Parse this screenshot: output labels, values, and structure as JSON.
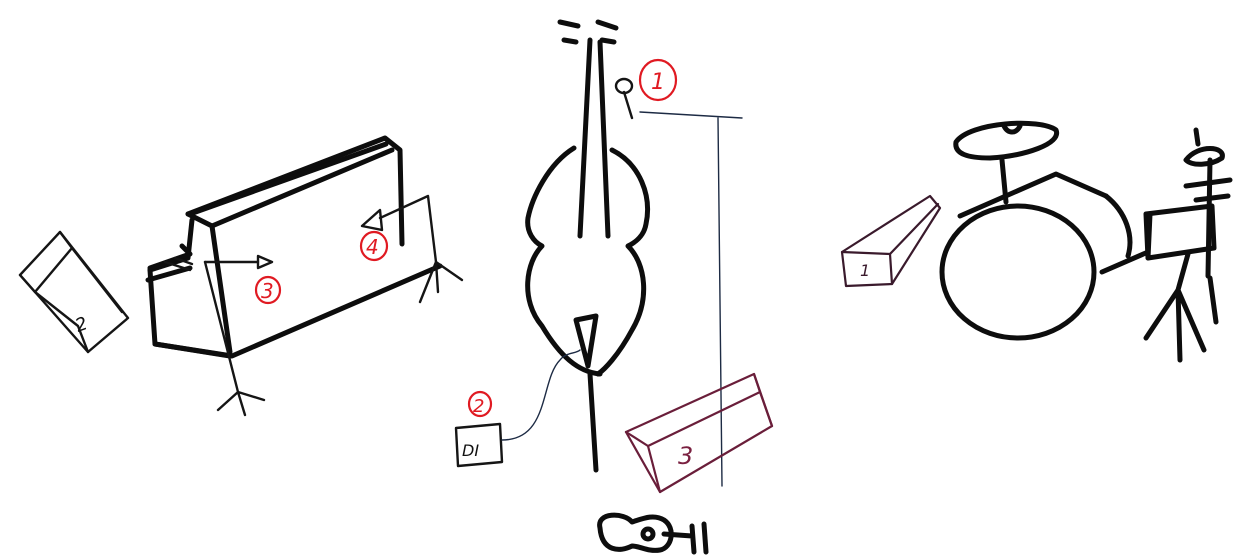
{
  "labels": {
    "mic_1": "1",
    "di_2": "2",
    "piano_mic_3": "3",
    "piano_mic_4": "4",
    "di_box": "DI",
    "monitor_1": "1",
    "monitor_2": "2",
    "monitor_3": "3"
  },
  "colors": {
    "ink": "#0d0d0d",
    "red": "#e01a22",
    "cable": "#1d2b44",
    "monitor3": "#6a1e3a",
    "monitor1": "#3a1a2c"
  }
}
